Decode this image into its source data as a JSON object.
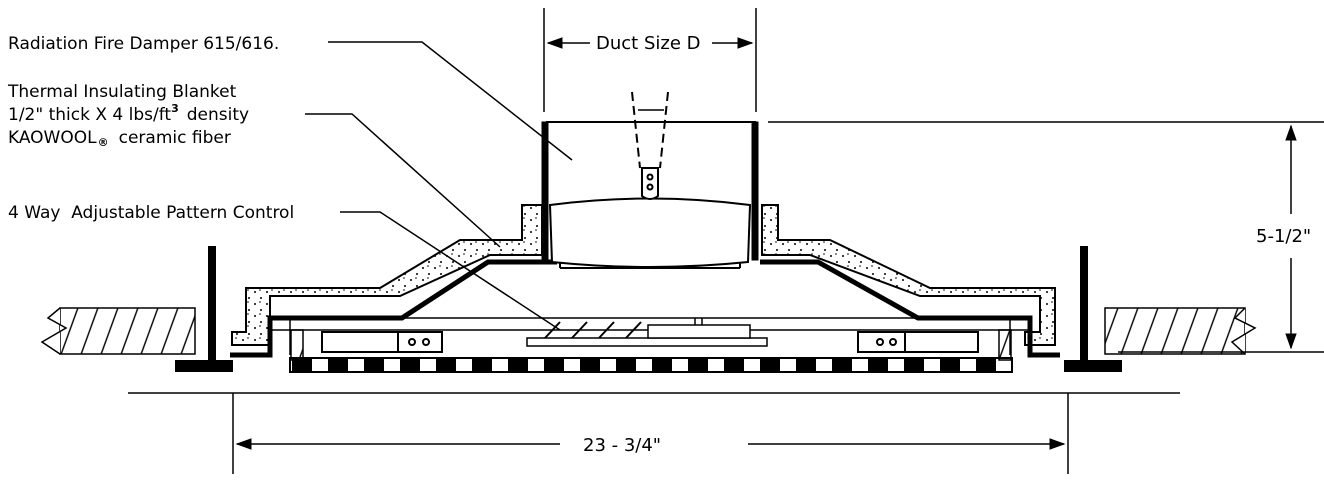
{
  "labels": {
    "damper": "Radiation Fire Damper 615/616.",
    "blanket_title": "Thermal Insulating Blanket",
    "blanket_spec_main": "1/2\" thick X 4 lbs/ft",
    "blanket_spec_sup": "3",
    "blanket_spec_tail": "density",
    "blanket_material": "KAOWOOL",
    "blanket_material_mark": "®",
    "blanket_material_tail": "ceramic fiber",
    "pattern_control": "4 Way  Adjustable Pattern Control"
  },
  "dimensions": {
    "duct_size": "Duct Size D",
    "height": "5-1/2\"",
    "width": "23 - 3/4\""
  },
  "colors": {
    "line": "#000000",
    "background": "#ffffff"
  }
}
